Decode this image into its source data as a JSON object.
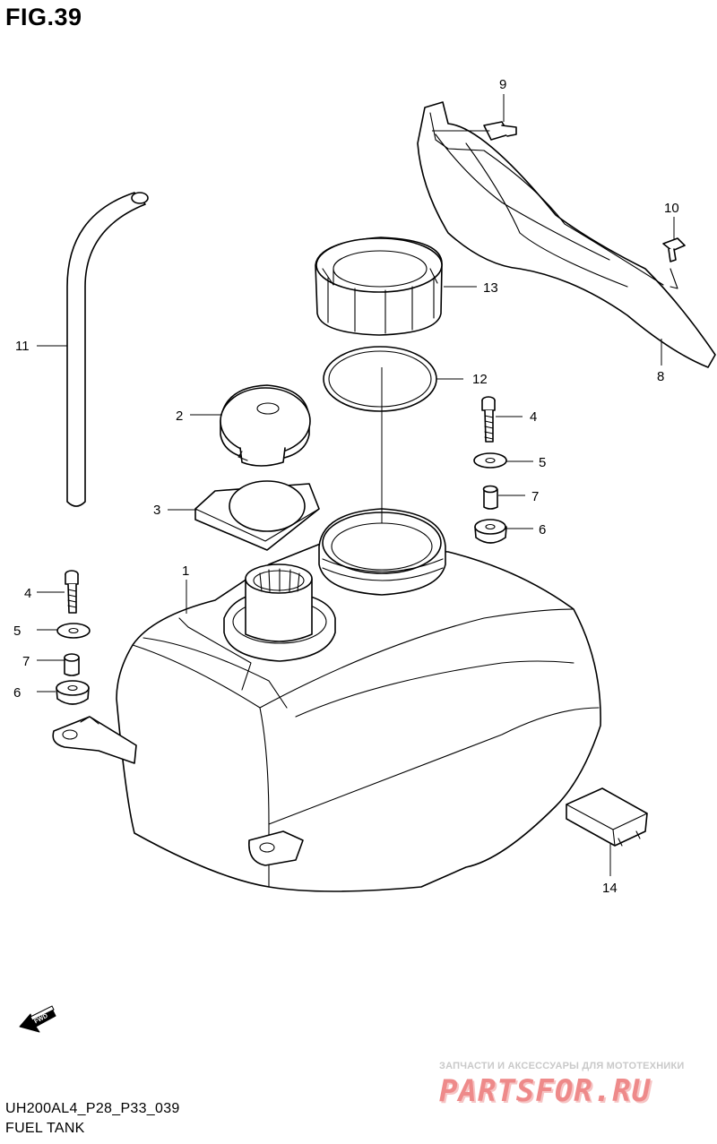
{
  "figure": {
    "title": "FIG.39"
  },
  "callouts": {
    "c1": "1",
    "c2": "2",
    "c3": "3",
    "c4a": "4",
    "c4b": "4",
    "c5a": "5",
    "c5b": "5",
    "c6a": "6",
    "c6b": "6",
    "c7a": "7",
    "c7b": "7",
    "c8": "8",
    "c9": "9",
    "c10": "10",
    "c11": "11",
    "c12": "12",
    "c13": "13",
    "c14": "14"
  },
  "footer": {
    "code": "UH200AL4_P28_P33_039",
    "name": "FUEL TANK"
  },
  "fwd_label": "FWD",
  "watermark": {
    "tagline": "ЗАПЧАСТИ И АКСЕССУАРЫ ДЛЯ МОТОТЕХНИКИ",
    "brand": "PARTSFOR.RU"
  },
  "colors": {
    "line": "#000000",
    "background": "#ffffff",
    "watermark": "#ee8a8a"
  }
}
